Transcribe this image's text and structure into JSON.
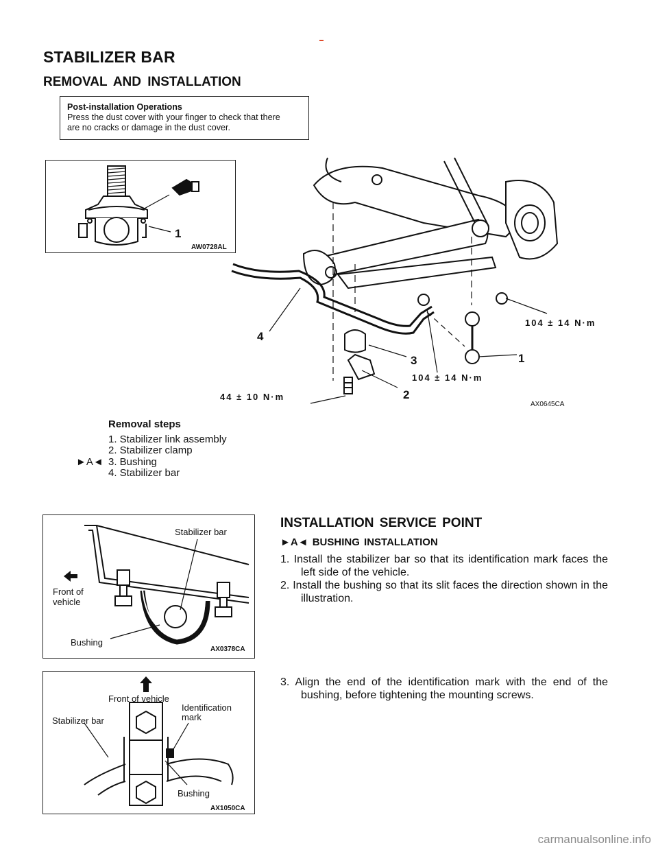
{
  "header": {
    "title": "STABILIZER BAR",
    "subtitle": "REMOVAL AND INSTALLATION"
  },
  "post_install": {
    "title": "Post-installation Operations",
    "line1": "Press the dust cover with your finger to check that there",
    "line2": "are no cracks or damage in the dust cover."
  },
  "figure_ball_joint": {
    "callout": "1",
    "code": "AW0728AL"
  },
  "figure_main": {
    "torque_1": "104 ± 14 N·m",
    "torque_2": "104 ± 14 N·m",
    "torque_3": "44 ± 10 N·m",
    "callout_1": "1",
    "callout_2": "2",
    "callout_3": "3",
    "callout_4": "4",
    "code": "AX0645CA"
  },
  "removal_steps": {
    "title": "Removal steps",
    "marker": "►A◄",
    "items": [
      "1. Stabilizer link assembly",
      "2. Stabilizer clamp",
      "3. Bushing",
      "4. Stabilizer bar"
    ]
  },
  "figure_bushing_front": {
    "label_stabilizer_bar": "Stabilizer bar",
    "label_front_line1": "Front of",
    "label_front_line2": "vehicle",
    "label_bushing": "Bushing",
    "code": "AX0378CA"
  },
  "figure_ident_mark": {
    "label_front": "Front of vehicle",
    "label_ident_line1": "Identification",
    "label_ident_line2": "mark",
    "label_stabilizer_bar": "Stabilizer bar",
    "label_bushing": "Bushing",
    "code": "AX1050CA"
  },
  "service": {
    "title": "INSTALLATION SERVICE POINT",
    "subtitle": "►A◄ BUSHING INSTALLATION",
    "step1": "1.  Install the stabilizer bar so that its identification mark faces the left side of the vehicle.",
    "step2": "2.  Install the bushing so that its slit faces the direction shown in the illustration.",
    "step3": "3.  Align the end of the identification mark with the end of the bushing, before tightening the mounting screws."
  },
  "footer": {
    "watermark": "carmanualsonline.info"
  }
}
